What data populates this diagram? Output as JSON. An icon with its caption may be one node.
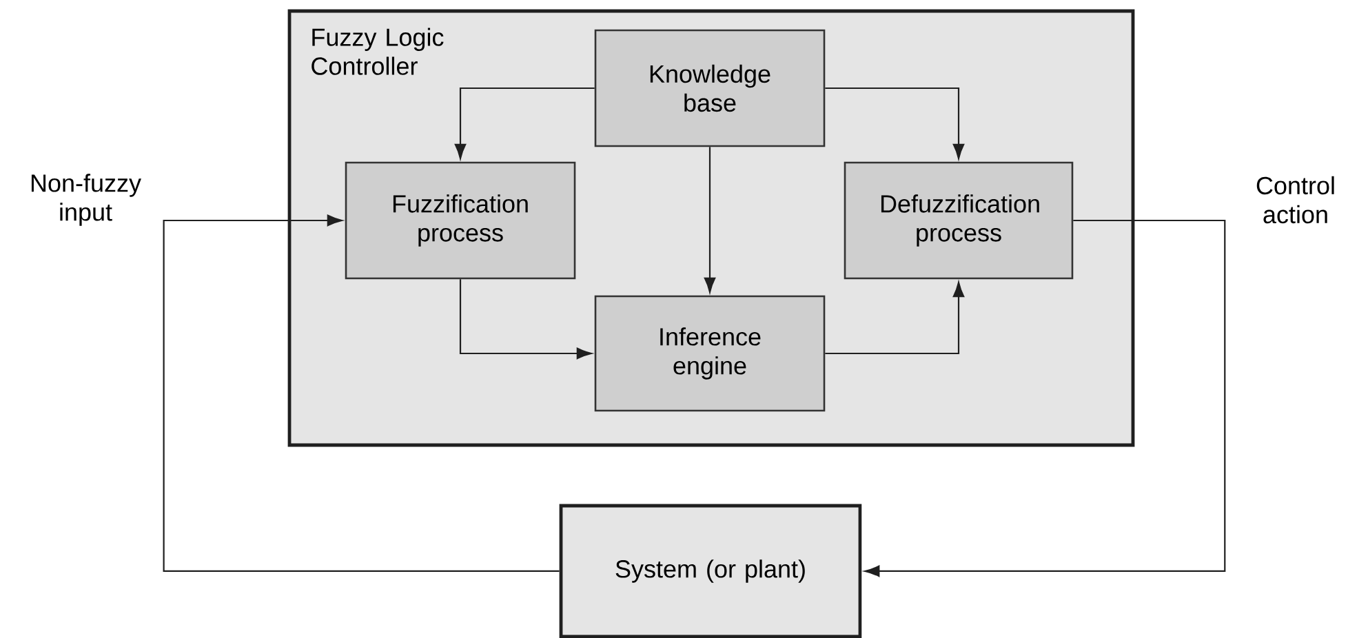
{
  "diagram": {
    "nodes": [
      {
        "text": [
          "Fuzzy Logic Controller"
        ]
      },
      {
        "text": [
          "Knowledge base"
        ],
        "in": 0
      },
      {
        "text": [
          "Fuzzification process"
        ],
        "in": 0
      },
      {
        "text": [
          "Defuzzification process"
        ],
        "in": 0
      },
      {
        "text": [
          "Inference engine"
        ],
        "in": 0
      },
      {
        "text": [
          "System (or plant)"
        ]
      }
    ],
    "edges": [
      {
        "from": 1,
        "to": 2,
        "arrow": "to"
      },
      {
        "from": 1,
        "to": 3,
        "arrow": "to"
      },
      {
        "from": 1,
        "to": 4,
        "arrow": "to"
      },
      {
        "from": 2,
        "to": 4,
        "arrow": "to"
      },
      {
        "from": 4,
        "to": 3,
        "arrow": "to"
      },
      {
        "from": 3,
        "to": 5,
        "arrow": "to",
        "label": "Control action"
      },
      {
        "from": 5,
        "to": 2,
        "arrow": "to",
        "label": "Non-fuzzy input"
      }
    ]
  }
}
